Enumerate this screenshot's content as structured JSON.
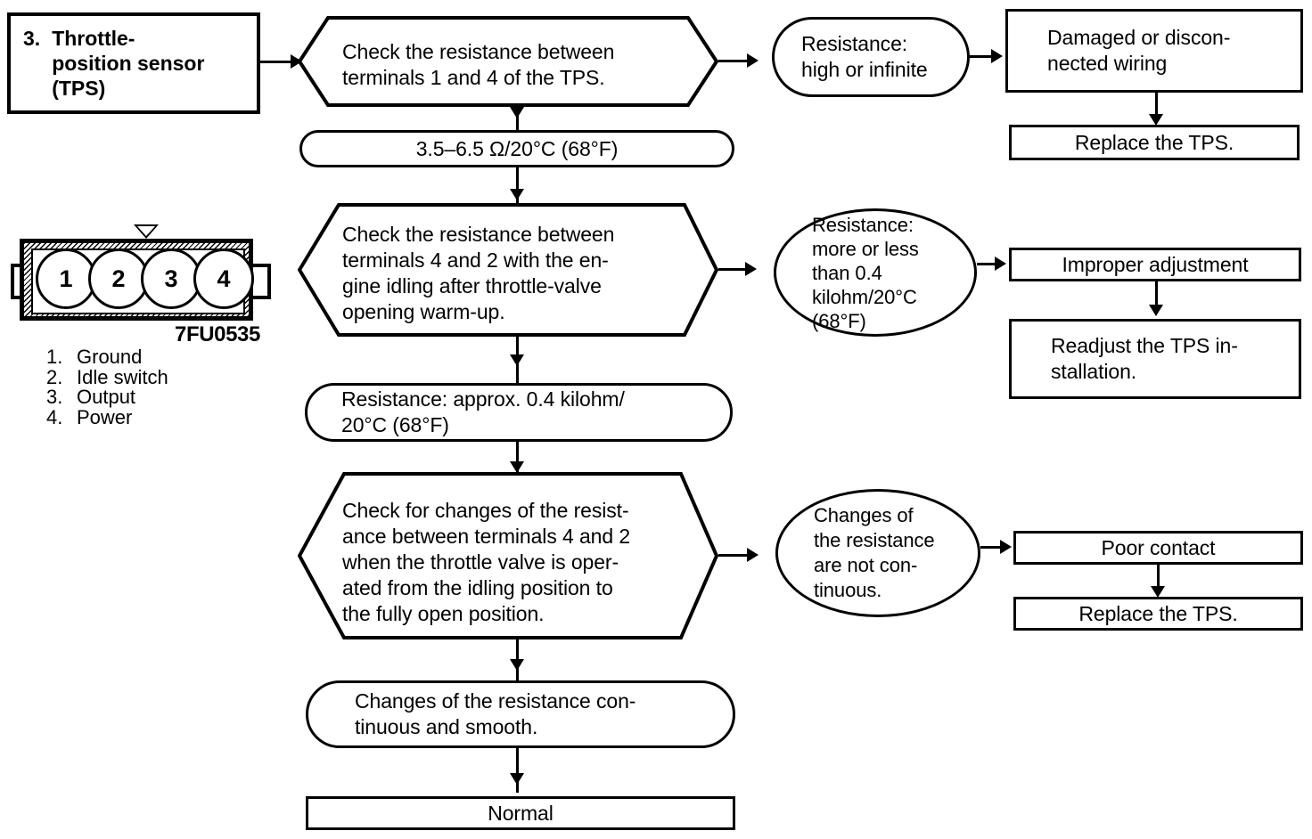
{
  "diagram": {
    "title_node": {
      "number": "3.",
      "label": "Throttle-\nposition sensor\n(TPS)"
    },
    "connector": {
      "pins": [
        "1",
        "2",
        "3",
        "4"
      ],
      "code": "7FU0535",
      "legend": [
        {
          "num": "1.",
          "name": "Ground"
        },
        {
          "num": "2.",
          "name": "Idle switch"
        },
        {
          "num": "3.",
          "name": "Output"
        },
        {
          "num": "4.",
          "name": "Power"
        }
      ]
    },
    "steps": [
      {
        "id": "check-1-4",
        "text": "Check the resistance between\nterminals 1 and 4 of the TPS."
      },
      {
        "id": "check-4-2-idle",
        "text": "Check the resistance between\nterminals 4 and 2 with the en-\ngine idling after throttle-valve\nopening warm-up."
      },
      {
        "id": "check-changes",
        "text": "Check for changes of the resist-\nance between terminals 4 and 2\nwhen the throttle valve is oper-\nated from the idling position to\nthe fully open position."
      }
    ],
    "specs": [
      {
        "id": "spec-resistance-range",
        "text": "3.5–6.5 Ω/20°C (68°F)"
      },
      {
        "id": "spec-resistance-idle",
        "text": "Resistance: approx. 0.4 kilohm/\n20°C (68°F)"
      },
      {
        "id": "spec-changes-ok",
        "text": "Changes of the resistance con-\ntinuous and smooth."
      }
    ],
    "faults": [
      {
        "id": "fault-high-infinite",
        "text": "Resistance:\nhigh or infinite"
      },
      {
        "id": "fault-out-of-range",
        "text": "Resistance:\nmore or less\nthan 0.4\nkilohm/20°C\n(68°F)"
      },
      {
        "id": "fault-not-continuous",
        "text": "Changes of\nthe resistance\nare not con-\ntinuous."
      }
    ],
    "causes": [
      {
        "id": "cause-wiring",
        "text": "Damaged or discon-\nnected wiring"
      },
      {
        "id": "cause-improper-adjustment",
        "text": "Improper adjustment"
      },
      {
        "id": "cause-poor-contact",
        "text": "Poor contact"
      }
    ],
    "actions": [
      {
        "id": "action-replace-1",
        "text": "Replace the TPS."
      },
      {
        "id": "action-readjust",
        "text": "Readjust the TPS in-\nstallation."
      },
      {
        "id": "action-replace-2",
        "text": "Replace the TPS."
      }
    ],
    "result": {
      "id": "result-normal",
      "text": "Normal"
    }
  },
  "colors": {
    "ink": "#000000",
    "paper": "#ffffff"
  }
}
